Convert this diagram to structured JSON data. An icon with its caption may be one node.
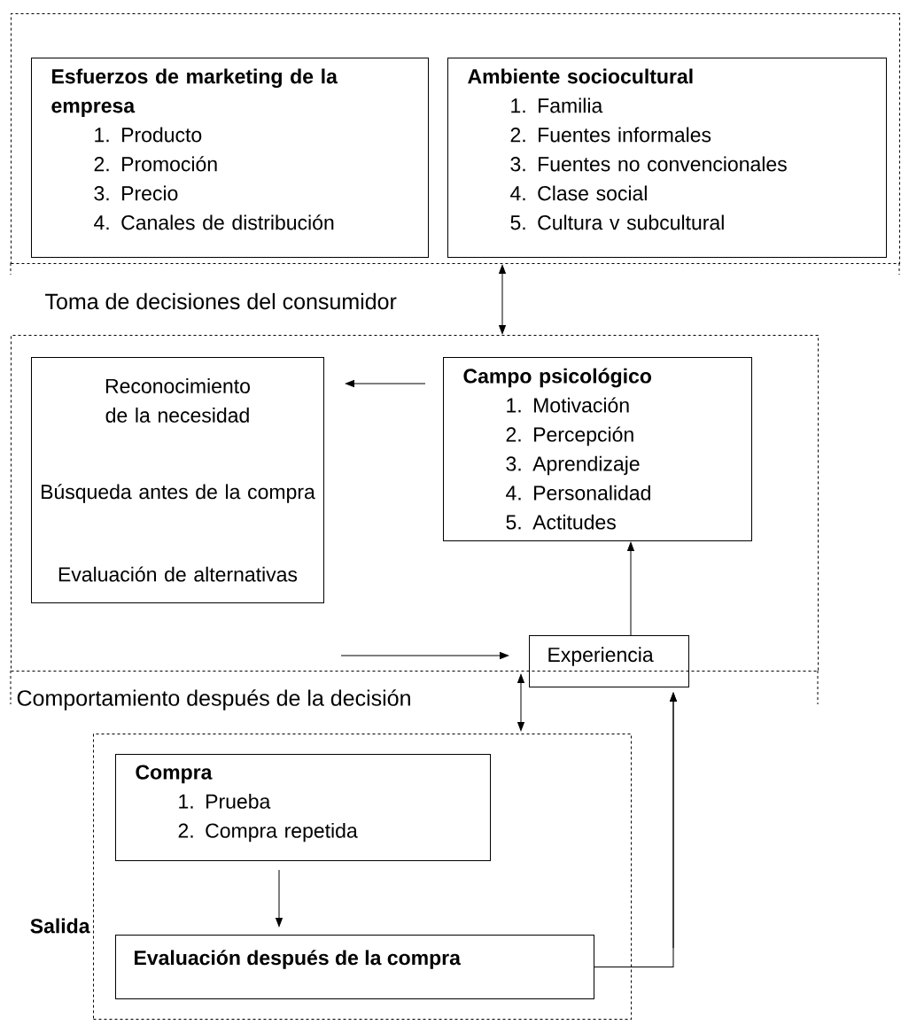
{
  "diagram": {
    "nodes": [
      {
        "text": [],
        "shape": "box"
      },
      {
        "text": [
          "Esfuerzos de marketing de la empresa",
          "1. Producto",
          "2. Promoción",
          "3. Precio",
          "4. Canales de distribución"
        ],
        "in": 0
      },
      {
        "text": [
          "Ambiente sociocultural",
          "1. Familia",
          "2. Fuentes informales",
          "3. Fuentes no convencionales",
          "4. Clase social",
          "5. Cultura v subcultural"
        ],
        "in": 0
      },
      {
        "text": [
          "Toma de decisiones del consumidor"
        ]
      },
      {
        "text": [
          "Reconocimiento de la necesidad",
          "Búsqueda antes de la compra",
          "Evaluación de alternativas"
        ],
        "in": 3
      },
      {
        "text": [
          "Campo psicológico",
          "1. Motivación",
          "2. Percepción",
          "3. Aprendizaje",
          "4. Personalidad",
          "5. Actitudes"
        ],
        "in": 3
      },
      {
        "text": [
          "Experiencia"
        ]
      },
      {
        "text": [
          "Comportamiento después de la decisión"
        ]
      },
      {
        "text": [
          "Compra",
          "1. Prueba",
          "2. Compra repetida"
        ],
        "in": 7
      },
      {
        "text": [
          "Evaluación después de la compra"
        ],
        "in": 7
      }
    ],
    "edges": [
      {
        "from": 0,
        "to": 3,
        "arrow": "both"
      },
      {
        "from": 5,
        "to": 4,
        "arrow": "to"
      },
      {
        "from": 6,
        "to": 5,
        "arrow": "to"
      },
      {
        "from": null,
        "to": 6,
        "arrow": "to"
      },
      {
        "from": 3,
        "to": 7,
        "arrow": "both"
      },
      {
        "from": 8,
        "to": 9,
        "arrow": "to"
      },
      {
        "from": 9,
        "to": 6,
        "arrow": "to"
      },
      {
        "from": null,
        "to": 6,
        "arrow": "to"
      }
    ],
    "labels": [
      "Salida"
    ]
  }
}
